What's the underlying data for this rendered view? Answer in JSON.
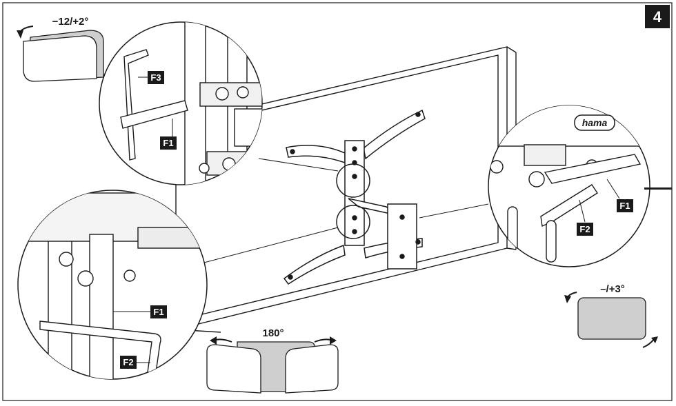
{
  "step_number": "4",
  "angles": {
    "tilt": "−12/+2°",
    "swivel": "180°",
    "level": "–/+3°"
  },
  "labels": {
    "f1": "F1",
    "f2": "F2",
    "f3": "F3"
  },
  "brand_logo": "hama",
  "icons": [
    "rotate-left-arrow-icon",
    "rotate-right-arrow-icon"
  ],
  "colors": {
    "step_badge": "#1a1a1a",
    "label_badge": "#1a1a1a",
    "screen_grey": "#cfcfcf",
    "line": "#1a1a1a"
  }
}
